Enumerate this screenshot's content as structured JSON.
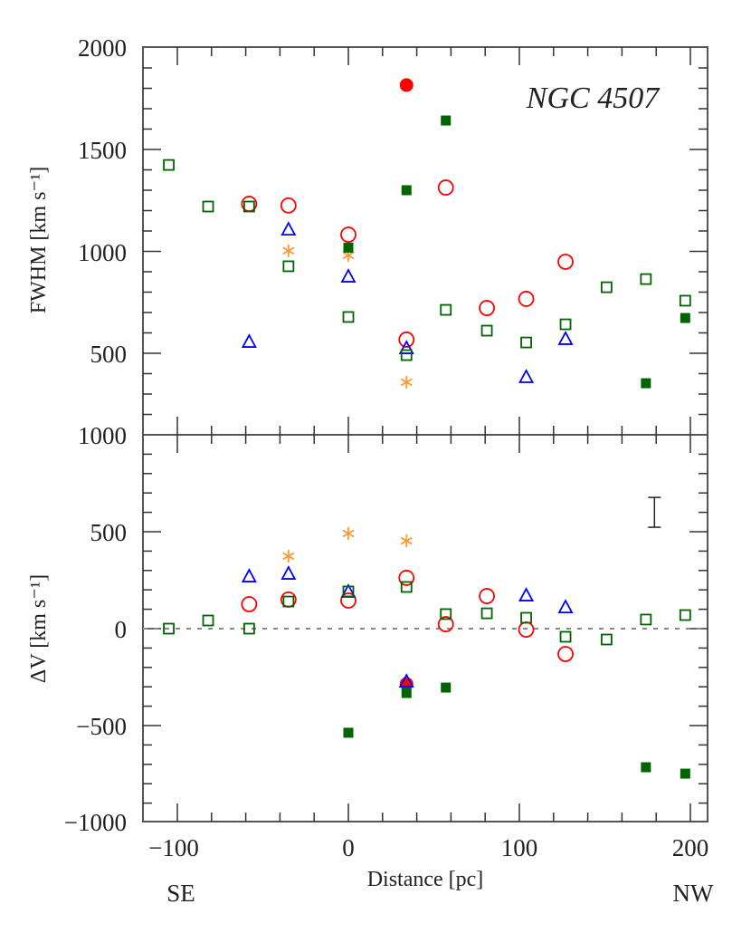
{
  "chart_data": [
    {
      "type": "scatter",
      "panel": "top",
      "title": "NGC 4507",
      "xlabel": "Distance [pc]",
      "ylabel": "FWHM [km s^-1]",
      "xlim": [
        -120,
        210
      ],
      "ylim": [
        100,
        2000
      ],
      "xticks": [
        -100,
        0,
        100,
        200
      ],
      "yticks": [
        500,
        1000,
        1500,
        2000
      ],
      "grid": false,
      "series": [
        {
          "name": "red-open-circle",
          "marker": "circle-open",
          "color": "#ff0000",
          "x": [
            -58,
            -35,
            0,
            34,
            57,
            81,
            104,
            127
          ],
          "y": [
            1233,
            1225,
            1082,
            567,
            1313,
            722,
            767,
            949
          ]
        },
        {
          "name": "red-filled-circle",
          "marker": "circle-filled",
          "color": "#ff0000",
          "x": [
            34
          ],
          "y": [
            1816
          ]
        },
        {
          "name": "blue-open-triangle",
          "marker": "triangle-open",
          "color": "#0000ff",
          "x": [
            -58,
            -35,
            0,
            34,
            104,
            127
          ],
          "y": [
            553,
            1104,
            873,
            522,
            380,
            567
          ]
        },
        {
          "name": "orange-asterisk",
          "marker": "asterisk",
          "color": "#ff9933",
          "x": [
            -35,
            0,
            34
          ],
          "y": [
            1003,
            980,
            358
          ]
        },
        {
          "name": "green-open-square",
          "marker": "square-open",
          "color": "#006400",
          "x": [
            -105,
            -82,
            -58,
            -35,
            0,
            34,
            57,
            81,
            104,
            127,
            151,
            174,
            197
          ],
          "y": [
            1424,
            1220,
            1220,
            927,
            678,
            491,
            713,
            611,
            553,
            642,
            824,
            864,
            758
          ]
        },
        {
          "name": "green-filled-square",
          "marker": "square-filled",
          "color": "#006400",
          "x": [
            0,
            34,
            57,
            174,
            197
          ],
          "y": [
            1018,
            1300,
            1642,
            353,
            673
          ]
        }
      ]
    },
    {
      "type": "scatter",
      "panel": "bottom",
      "xlabel": "Distance [pc]",
      "ylabel": "ΔV [km s^-1]",
      "xlim": [
        -120,
        210
      ],
      "ylim": [
        -1000,
        1000
      ],
      "xticks": [
        -100,
        0,
        100,
        200
      ],
      "yticks": [
        -1000,
        -500,
        0,
        500,
        1000
      ],
      "grid": false,
      "reference_line": {
        "y": 0,
        "style": "dotted"
      },
      "error_bar": {
        "x": 179,
        "y_center": 600,
        "half_height": 77
      },
      "series": [
        {
          "name": "red-open-circle",
          "marker": "circle-open",
          "color": "#ff0000",
          "x": [
            -58,
            -35,
            0,
            34,
            57,
            81,
            104,
            127
          ],
          "y": [
            126,
            150,
            145,
            262,
            23,
            168,
            -5,
            -131
          ]
        },
        {
          "name": "red-filled-circle",
          "marker": "circle-filled",
          "color": "#ff0000",
          "x": [
            34
          ],
          "y": [
            -285
          ]
        },
        {
          "name": "blue-open-triangle",
          "marker": "triangle-open",
          "color": "#0000ff",
          "x": [
            -58,
            -35,
            0,
            34,
            104,
            127
          ],
          "y": [
            266,
            280,
            187,
            -276,
            168,
            107
          ]
        },
        {
          "name": "orange-asterisk",
          "marker": "asterisk",
          "color": "#ff9933",
          "x": [
            -35,
            0,
            34
          ],
          "y": [
            374,
            491,
            453
          ]
        },
        {
          "name": "green-open-square",
          "marker": "square-open",
          "color": "#006400",
          "x": [
            -105,
            -82,
            -58,
            -35,
            0,
            34,
            57,
            81,
            104,
            127,
            151,
            174,
            197
          ],
          "y": [
            0,
            42,
            0,
            140,
            192,
            215,
            75,
            79,
            56,
            -42,
            -56,
            47,
            70
          ]
        },
        {
          "name": "green-filled-square",
          "marker": "square-filled",
          "color": "#006400",
          "x": [
            0,
            34,
            57,
            174,
            197
          ],
          "y": [
            -537,
            -332,
            -304,
            -715,
            -748
          ]
        }
      ]
    }
  ],
  "labels": {
    "title": "NGC 4507",
    "top_ylabel": "FWHM [km s⁻¹]",
    "bottom_ylabel": "ΔV [km s⁻¹]",
    "xlabel": "Distance [pc]",
    "left_direction": "SE",
    "right_direction": "NW",
    "top_yticks": [
      "2000",
      "1500",
      "1000",
      "500"
    ],
    "bottom_yticks": [
      "1000",
      "500",
      "0",
      "−500",
      "−1000"
    ],
    "xticks": [
      "−100",
      "0",
      "100",
      "200"
    ]
  }
}
